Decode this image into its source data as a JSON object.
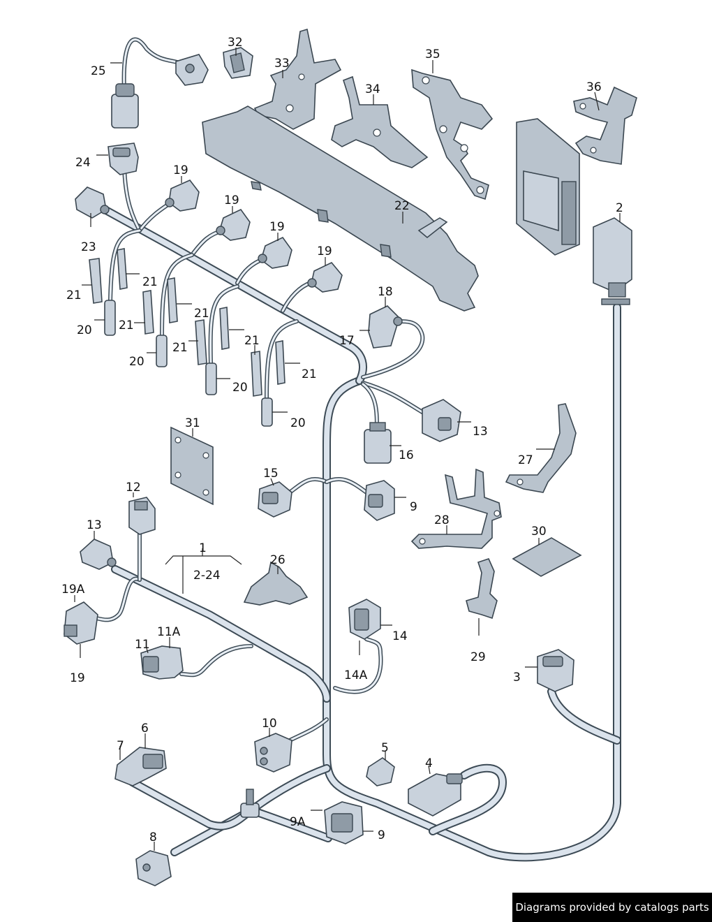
{
  "labels": {
    "l1": "1",
    "l2_24": "2-24",
    "l2": "2",
    "l3": "3",
    "l4": "4",
    "l5": "5",
    "l6": "6",
    "l7": "7",
    "l8": "8",
    "l9a": "9",
    "l9b": "9",
    "l9A": "9A",
    "l10": "10",
    "l11": "11",
    "l11A": "11A",
    "l12": "12",
    "l13a": "13",
    "l13b": "13",
    "l14": "14",
    "l14A": "14A",
    "l15": "15",
    "l16": "16",
    "l17": "17",
    "l18": "18",
    "l19a": "19",
    "l19b": "19",
    "l19c": "19",
    "l19d": "19",
    "l19e": "19",
    "l19A": "19A",
    "l20a": "20",
    "l20b": "20",
    "l20c": "20",
    "l20d": "20",
    "l21a": "21",
    "l21b": "21",
    "l21c": "21",
    "l21d": "21",
    "l21e": "21",
    "l21f": "21",
    "l21g": "21",
    "l22": "22",
    "l23": "23",
    "l24": "24",
    "l25": "25",
    "l26": "26",
    "l27": "27",
    "l28": "28",
    "l29": "29",
    "l30": "30",
    "l31": "31",
    "l32": "32",
    "l33": "33",
    "l34": "34",
    "l35": "35",
    "l36": "36"
  },
  "footer": {
    "credit": "Diagrams provided by catalogs parts"
  }
}
